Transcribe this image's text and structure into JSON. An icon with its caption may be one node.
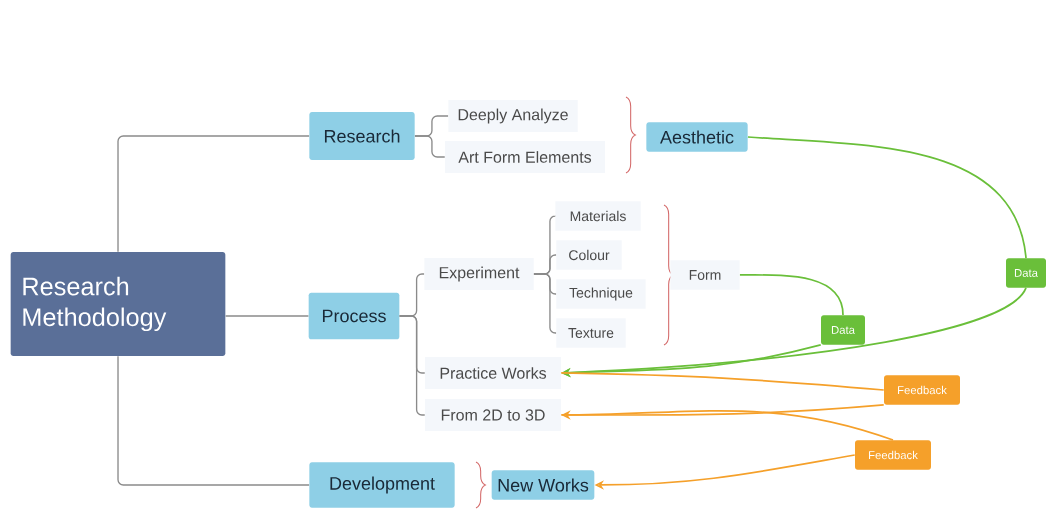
{
  "diagram": {
    "nodes": [
      {
        "text": [
          "Research Methodology"
        ]
      },
      {
        "text": [
          "Research"
        ]
      },
      {
        "text": [
          "Process"
        ]
      },
      {
        "text": [
          "Development"
        ]
      },
      {
        "text": [
          "Deeply Analyze"
        ]
      },
      {
        "text": [
          "Art Form Elements"
        ]
      },
      {
        "text": [
          "Aesthetic"
        ]
      },
      {
        "text": [
          "Experiment"
        ]
      },
      {
        "text": [
          "Practice Works"
        ]
      },
      {
        "text": [
          "From 2D to 3D"
        ]
      },
      {
        "text": [
          "Materials"
        ]
      },
      {
        "text": [
          "Colour"
        ]
      },
      {
        "text": [
          "Technique"
        ]
      },
      {
        "text": [
          "Texture"
        ]
      },
      {
        "text": [
          "Form"
        ]
      },
      {
        "text": [
          "Data"
        ]
      },
      {
        "text": [
          "Data"
        ]
      },
      {
        "text": [
          "Feedback"
        ]
      },
      {
        "text": [
          "Feedback"
        ]
      },
      {
        "text": [
          "New Works"
        ]
      }
    ],
    "edges": [
      {
        "from": 0,
        "to": 1,
        "arrow": "none"
      },
      {
        "from": 0,
        "to": 2,
        "arrow": "none"
      },
      {
        "from": 0,
        "to": 3,
        "arrow": "none"
      },
      {
        "from": 1,
        "to": 4,
        "arrow": "none"
      },
      {
        "from": 1,
        "to": 5,
        "arrow": "none"
      },
      {
        "from": 2,
        "to": 7,
        "arrow": "none"
      },
      {
        "from": 2,
        "to": 8,
        "arrow": "none"
      },
      {
        "from": 2,
        "to": 9,
        "arrow": "none"
      },
      {
        "from": 7,
        "to": 10,
        "arrow": "none"
      },
      {
        "from": 7,
        "to": 11,
        "arrow": "none"
      },
      {
        "from": 7,
        "to": 12,
        "arrow": "none"
      },
      {
        "from": 7,
        "to": 13,
        "arrow": "none"
      },
      {
        "from": 6,
        "to": 16,
        "arrow": "none",
        "color": "#6abf3a"
      },
      {
        "from": 16,
        "to": 8,
        "arrow": "to",
        "color": "#6abf3a"
      },
      {
        "from": 14,
        "to": 15,
        "arrow": "none",
        "color": "#6abf3a"
      },
      {
        "from": 15,
        "to": 8,
        "arrow": "to",
        "color": "#6abf3a"
      },
      {
        "from": 8,
        "to": 17,
        "arrow": "none",
        "color": "#f5a02a"
      },
      {
        "from": 17,
        "to": 9,
        "arrow": "to",
        "color": "#f5a02a"
      },
      {
        "from": 9,
        "to": 18,
        "arrow": "none",
        "color": "#f5a02a"
      },
      {
        "from": 18,
        "to": 19,
        "arrow": "to",
        "color": "#f5a02a"
      }
    ]
  }
}
